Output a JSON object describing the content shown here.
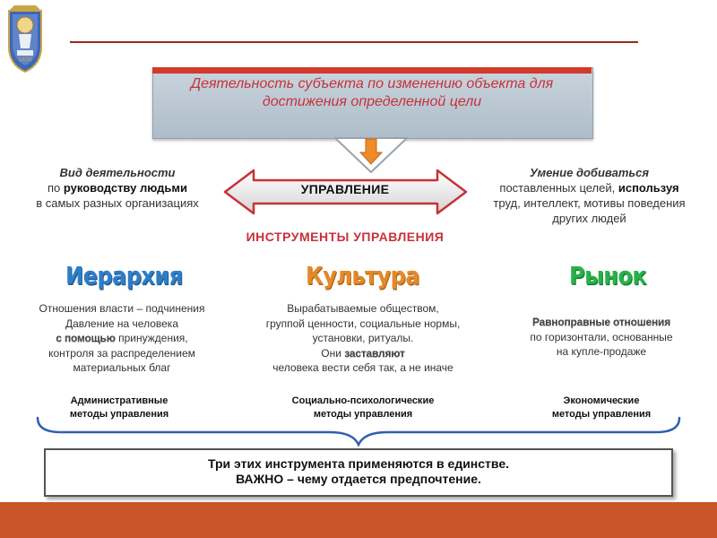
{
  "emblem": {
    "year": "1830"
  },
  "definition": {
    "text": "Деятельность субъекта по изменению объекта для\nдостижения определенной  цели"
  },
  "center": {
    "label": "УПРАВЛЕНИЕ"
  },
  "left_side": {
    "header": "Вид деятельности",
    "line2_pre": "по ",
    "line2_bold": "руководству людьми",
    "line3": "в самых разных организациях"
  },
  "right_side": {
    "header": "Умение добиваться",
    "line2_pre": "поставленных целей, ",
    "line2_bold": "используя",
    "line3": "труд, интеллект, мотивы поведения",
    "line4": "других людей"
  },
  "instruments_title": "ИНСТРУМЕНТЫ УПРАВЛЕНИЯ",
  "columns": {
    "hierarchy": {
      "title": "Иерархия",
      "l1": "Отношения власти – подчинения",
      "l2": "Давление на человека",
      "l3_hl": "с помощью",
      "l3_rest": " принуждения,",
      "l4": "контроля за распределением",
      "l5": "материальных благ",
      "method_l1": "Административные",
      "method_l2": "методы управления"
    },
    "culture": {
      "title": "Культура",
      "l1": "Вырабатываемые обществом,",
      "l2": "группой ценности, социальные нормы,",
      "l3": "установки, ритуалы.",
      "l4_pre": "Они ",
      "l4_hl": "заставляют",
      "l5": "человека вести себя так, а не иначе",
      "method_l1": "Социально-психологические",
      "method_l2": "методы управления"
    },
    "market": {
      "title": "Рынок",
      "l1_hl": "Равноправные отношения",
      "l2": "по горизонтали, основанные",
      "l3": "на купле-продаже",
      "method_l1": "Экономические",
      "method_l2": "методы управления"
    }
  },
  "conclusion": {
    "text": "Три этих инструмента применяются в единстве.\nВАЖНО – чему отдается предпочтение."
  },
  "colors": {
    "accent_red": "#c8313a",
    "hierarchy_blue": "#2f7ec6",
    "culture_orange": "#e38a2a",
    "market_green": "#27b24a",
    "bottom_bar": "#c8542a"
  }
}
